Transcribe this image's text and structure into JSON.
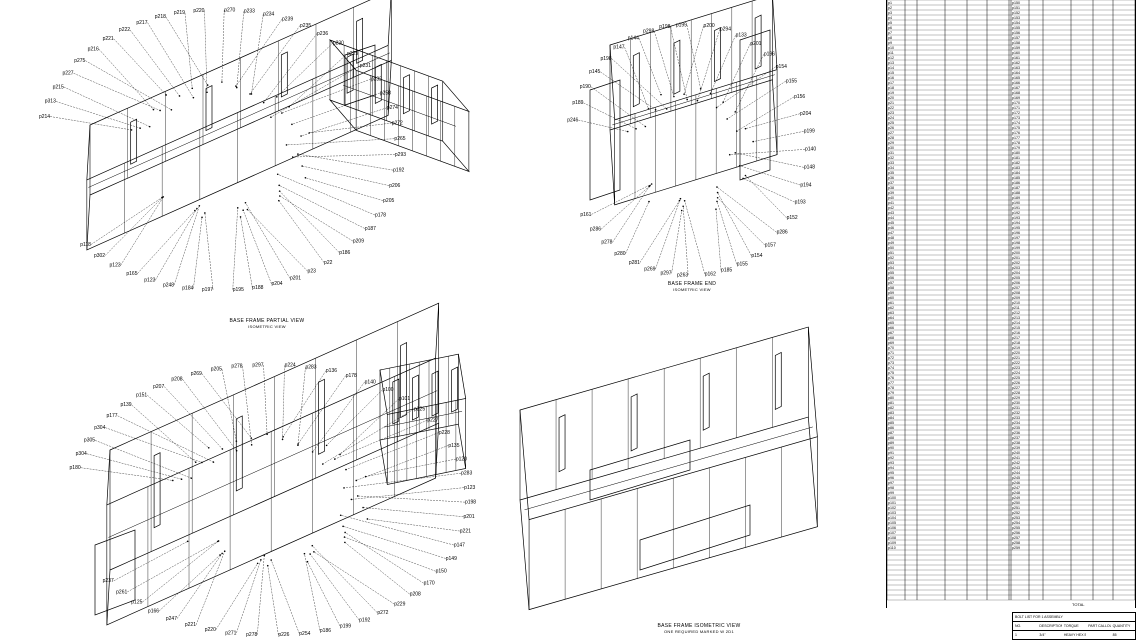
{
  "views": [
    {
      "title": "BASE FRAME PARTIAL VIEW",
      "subtitle": "ISOMETRIC VIEW"
    },
    {
      "title": "BASE FRAME END",
      "subtitle": "ISOMETRIC VIEW"
    },
    {
      "title": "BASE FRAME ISOMETRIC VIEW",
      "subtitle": "ONE REQUIRED MARKED W 2D1"
    }
  ],
  "callouts_view1": [
    "p214",
    "p313",
    "p215",
    "p227",
    "p275",
    "p216",
    "p221",
    "p222",
    "p217",
    "p218",
    "p219",
    "p220",
    "p270",
    "p233",
    "p234",
    "p239",
    "p235",
    "p236",
    "p230",
    "p229",
    "p231",
    "p232",
    "p258",
    "p274",
    "p272",
    "p265",
    "p293",
    "p192",
    "p206",
    "p205",
    "p178",
    "p187",
    "p209",
    "p186",
    "p22",
    "p23",
    "p201",
    "p204",
    "p188",
    "p195",
    "p197",
    "p184",
    "p248",
    "p123",
    "p165",
    "p123",
    "p302",
    "p118"
  ],
  "callouts_view2": [
    "p246",
    "p189",
    "p190",
    "p145",
    "p198",
    "p147",
    "p144",
    "p298",
    "p198",
    "p199",
    "p200",
    "p294",
    "p133",
    "p201",
    "p196",
    "p154",
    "p155",
    "p156",
    "p204",
    "p199",
    "p140",
    "p148",
    "p194",
    "p193",
    "p152",
    "p286",
    "p157",
    "p154",
    "p155",
    "p185",
    "p162",
    "p263",
    "p297",
    "p269",
    "p281",
    "p280",
    "p278",
    "p286",
    "p161"
  ],
  "callouts_view3": [
    "p180",
    "p304",
    "p305",
    "p304",
    "p177",
    "p139",
    "p151",
    "p207",
    "p208",
    "p269",
    "p205",
    "p278",
    "p297",
    "p224",
    "p283",
    "p136",
    "p178",
    "p140",
    "p100",
    "p101",
    "p225",
    "p227",
    "p228",
    "p135",
    "p120",
    "p283",
    "p123",
    "p198",
    "p201",
    "p221",
    "p147",
    "p149",
    "p150",
    "p170",
    "p208",
    "p229",
    "p272",
    "p192",
    "p199",
    "p186",
    "p254",
    "p226",
    "p278",
    "p271",
    "p220",
    "p221",
    "p247",
    "p166",
    "p125",
    "p261",
    "p237"
  ],
  "cutlist_left_marks": [
    "p1",
    "p2",
    "p3",
    "p4",
    "p5",
    "p6",
    "p7",
    "p8",
    "p9",
    "p10",
    "p11",
    "p12",
    "p13",
    "p14",
    "p15",
    "p16",
    "p17",
    "p18",
    "p19",
    "p20",
    "p21",
    "p22",
    "p23",
    "p24",
    "p25",
    "p26",
    "p27",
    "p28",
    "p29",
    "p30",
    "p31",
    "p32",
    "p33",
    "p34",
    "p35",
    "p36",
    "p37",
    "p38",
    "p39",
    "p40",
    "p41",
    "p42",
    "p43",
    "p44",
    "p45",
    "p46",
    "p47",
    "p48",
    "p49",
    "p50",
    "p51",
    "p52",
    "p53",
    "p54",
    "p55",
    "p56",
    "p57",
    "p58",
    "p59",
    "p60",
    "p61",
    "p62",
    "p63",
    "p64",
    "p65",
    "p66",
    "p67",
    "p68",
    "p69",
    "p70",
    "p71",
    "p72",
    "p73",
    "p74",
    "p75",
    "p76",
    "p77",
    "p78",
    "p79",
    "p80",
    "p81",
    "p82",
    "p83",
    "p84",
    "p85",
    "p86",
    "p87",
    "p88",
    "p89",
    "p90",
    "p91",
    "p92",
    "p93",
    "p94",
    "p95",
    "p96",
    "p97",
    "p98",
    "p99",
    "p100",
    "p101",
    "p102",
    "p103",
    "p104",
    "p105",
    "p106",
    "p107",
    "p108",
    "p109",
    "p110"
  ],
  "cutlist_right_marks": [
    "p150",
    "p151",
    "p152",
    "p153",
    "p154",
    "p155",
    "p156",
    "p157",
    "p158",
    "p159",
    "p160",
    "p161",
    "p162",
    "p163",
    "p164",
    "p165",
    "p166",
    "p167",
    "p168",
    "p169",
    "p170",
    "p171",
    "p172",
    "p173",
    "p174",
    "p175",
    "p176",
    "p177",
    "p178",
    "p179",
    "p180",
    "p181",
    "p182",
    "p183",
    "p184",
    "p185",
    "p186",
    "p187",
    "p188",
    "p189",
    "p190",
    "p191",
    "p192",
    "p193",
    "p194",
    "p195",
    "p196",
    "p197",
    "p198",
    "p199",
    "p200",
    "p201",
    "p202",
    "p203",
    "p204",
    "p205",
    "p206",
    "p207",
    "p208",
    "p209",
    "p210",
    "p211",
    "p212",
    "p213",
    "p214",
    "p215",
    "p216",
    "p217",
    "p218",
    "p219",
    "p220",
    "p221",
    "p222",
    "p223",
    "p224",
    "p225",
    "p226",
    "p227",
    "p228",
    "p229",
    "p230",
    "p231",
    "p232",
    "p233",
    "p234",
    "p235",
    "p236",
    "p237",
    "p238",
    "p239",
    "p240",
    "p241",
    "p242",
    "p243",
    "p244",
    "p245",
    "p246",
    "p247",
    "p248",
    "p249",
    "p250",
    "p251",
    "p252",
    "p253",
    "p254",
    "p255",
    "p256",
    "p257",
    "p258",
    "p259"
  ],
  "cutlist_total_label": "TOTAL",
  "title_block": {
    "header": "BOLT LIST FOR 1 ASSEMBLY",
    "cols": [
      "NO.",
      "DESCRIPTION",
      "TORQUE",
      "PART CALLOUT",
      "QUANTITY"
    ],
    "row": [
      "1",
      "3/4\"",
      "HEAVY HEX BOLT",
      "",
      "85"
    ]
  }
}
